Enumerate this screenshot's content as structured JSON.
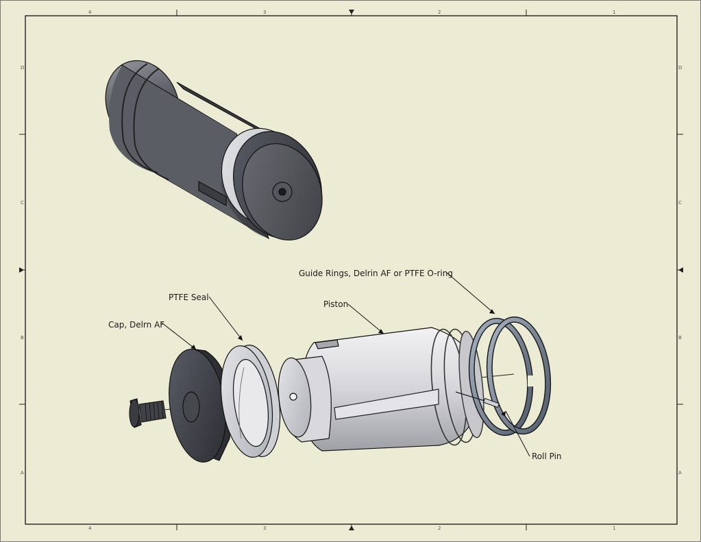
{
  "drawing": {
    "zones_columns": [
      "4",
      "3",
      "2",
      "1"
    ],
    "zones_rows": [
      "D",
      "C",
      "B",
      "A"
    ]
  },
  "callouts": {
    "guide_rings": "Guide Rings, Delrin AF or PTFE O-ring",
    "ptfe_seal": "PTFE Seal",
    "piston": "Piston",
    "cap": "Cap, Delrn AF",
    "roll_pin": "Roll Pin"
  },
  "colors": {
    "paper": "#ecebd4",
    "border": "#222222",
    "metal_dark": "#55585e",
    "metal_light": "#d8d8dc",
    "ring_blue": "#7d8a9a"
  }
}
